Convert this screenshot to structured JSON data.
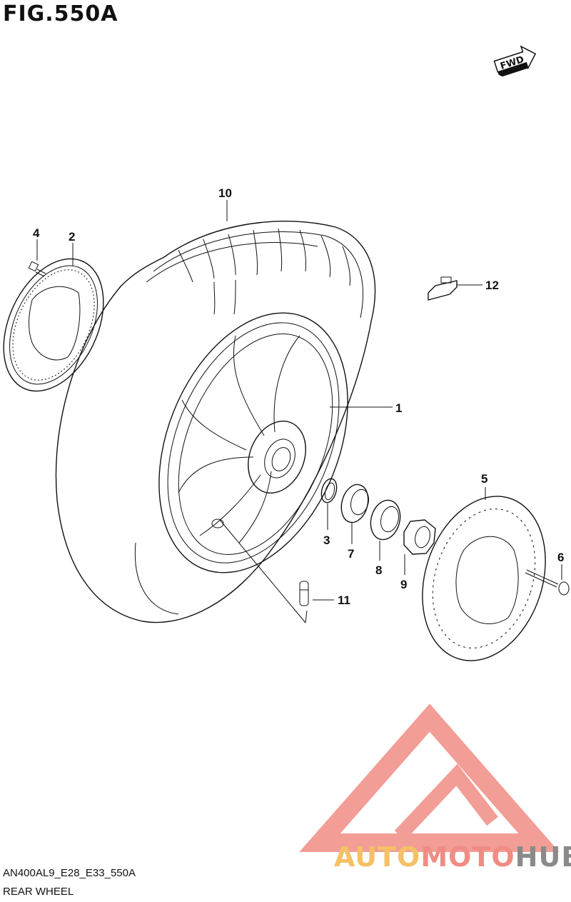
{
  "figure": {
    "title": "FIG.550A",
    "code": "AN400AL9_E28_E33_550A",
    "name": "REAR WHEEL",
    "direction_label": "FWD"
  },
  "callouts": [
    {
      "id": "1",
      "part": "wheel"
    },
    {
      "id": "2",
      "part": "sensor-rotor"
    },
    {
      "id": "3",
      "part": "o-ring"
    },
    {
      "id": "4",
      "part": "bolt"
    },
    {
      "id": "5",
      "part": "brake-disc"
    },
    {
      "id": "6",
      "part": "disc-bolt"
    },
    {
      "id": "7",
      "part": "spacer"
    },
    {
      "id": "8",
      "part": "washer"
    },
    {
      "id": "9",
      "part": "axle-nut"
    },
    {
      "id": "10",
      "part": "tire"
    },
    {
      "id": "11",
      "part": "valve"
    },
    {
      "id": "12",
      "part": "balancer-weight"
    }
  ],
  "watermark": {
    "part1": "AUTO",
    "part2": "MOTO",
    "part3": "HUB",
    "colors": {
      "auto": "#f5c066",
      "moto": "#f08c84",
      "hub": "#8a8a8a",
      "logo": "#f08c84"
    }
  }
}
